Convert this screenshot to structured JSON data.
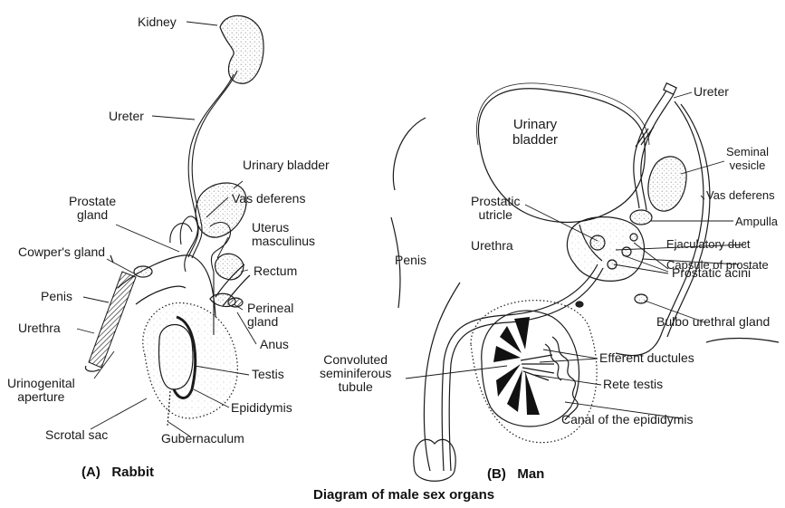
{
  "figure": {
    "caption": "Diagram of male sex organs"
  },
  "rabbit": {
    "panel_letter": "(A)",
    "panel_title": "Rabbit",
    "labels": {
      "kidney": "Kidney",
      "ureter": "Ureter",
      "urinary_bladder": "Urinary bladder",
      "prostate_gland": "Prostate\ngland",
      "vas_deferens": "Vas deferens",
      "uterus_masculinus": "Uterus\nmasculinus",
      "cowpers_gland": "Cowper's gland",
      "rectum": "Rectum",
      "penis": "Penis",
      "perineal_gland": "Perineal\ngland",
      "urethra": "Urethra",
      "anus": "Anus",
      "urinogenital_aperture": "Urinogenital\naperture",
      "testis": "Testis",
      "epididymis": "Epididymis",
      "scrotal_sac": "Scrotal sac",
      "gubernaculum": "Gubernaculum"
    }
  },
  "man": {
    "panel_letter": "(B)",
    "panel_title": "Man",
    "labels": {
      "ureter": "Ureter",
      "urinary_bladder": "Urinary\nbladder",
      "seminal_vesicle": "Seminal\nvesicle",
      "vas_deferens": "Vas deferens",
      "prostatic_utricle": "Prostatic\nutricle",
      "ampulla": "Ampulla",
      "ejaculatory_duct": "Ejaculatory duct",
      "penis": "Penis",
      "urethra": "Urethra",
      "capsule_of_prostate": "Capsule of prostate",
      "prostatic_acini": "Prostatic acini",
      "bulbo_urethral_gland": "Bulbo urethral gland",
      "efferent_ductules": "Efferent ductules",
      "convoluted_seminiferous_tubule": "Convoluted\nseminiferous\ntubule",
      "rete_testis": "Rete testis",
      "canal_of_the_epididymis": "Canal of the epididymis"
    }
  }
}
